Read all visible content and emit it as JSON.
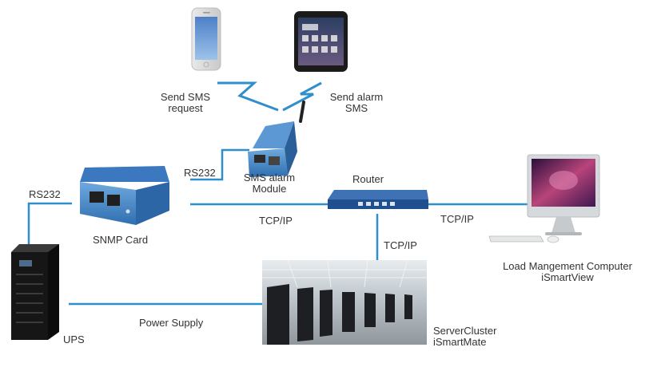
{
  "colors": {
    "link": "#2f8fcb",
    "text": "#333333"
  },
  "nodes": {
    "iphone": {
      "icon": "smartphone-icon"
    },
    "android": {
      "icon": "smartphone-icon"
    },
    "sms_module": {
      "label_line1": "SMS alarm",
      "label_line2": "Module",
      "icon": "sms-modem-icon"
    },
    "snmp_card": {
      "label": "SNMP Card",
      "icon": "snmp-card-icon"
    },
    "router": {
      "label": "Router",
      "icon": "router-icon"
    },
    "computer": {
      "label_line1": "Load Mangement Computer",
      "label_line2": "iSmartView",
      "icon": "desktop-computer-icon"
    },
    "ups": {
      "label": "UPS",
      "icon": "ups-icon"
    },
    "server_cluster": {
      "label_line1": "ServerCluster",
      "label_line2": "iSmartMate",
      "icon": "server-room-icon"
    }
  },
  "links": {
    "sms_request": {
      "label_line1": "Send SMS",
      "label_line2": "request"
    },
    "sms_alarm": {
      "label_line1": "Send alarm",
      "label_line2": "SMS"
    },
    "rs232_module": "RS232",
    "rs232_ups": "RS232",
    "tcpip_card_router": "TCP/IP",
    "tcpip_router_computer": "TCP/IP",
    "tcpip_router_servers": "TCP/IP",
    "power_supply": "Power Supply"
  }
}
